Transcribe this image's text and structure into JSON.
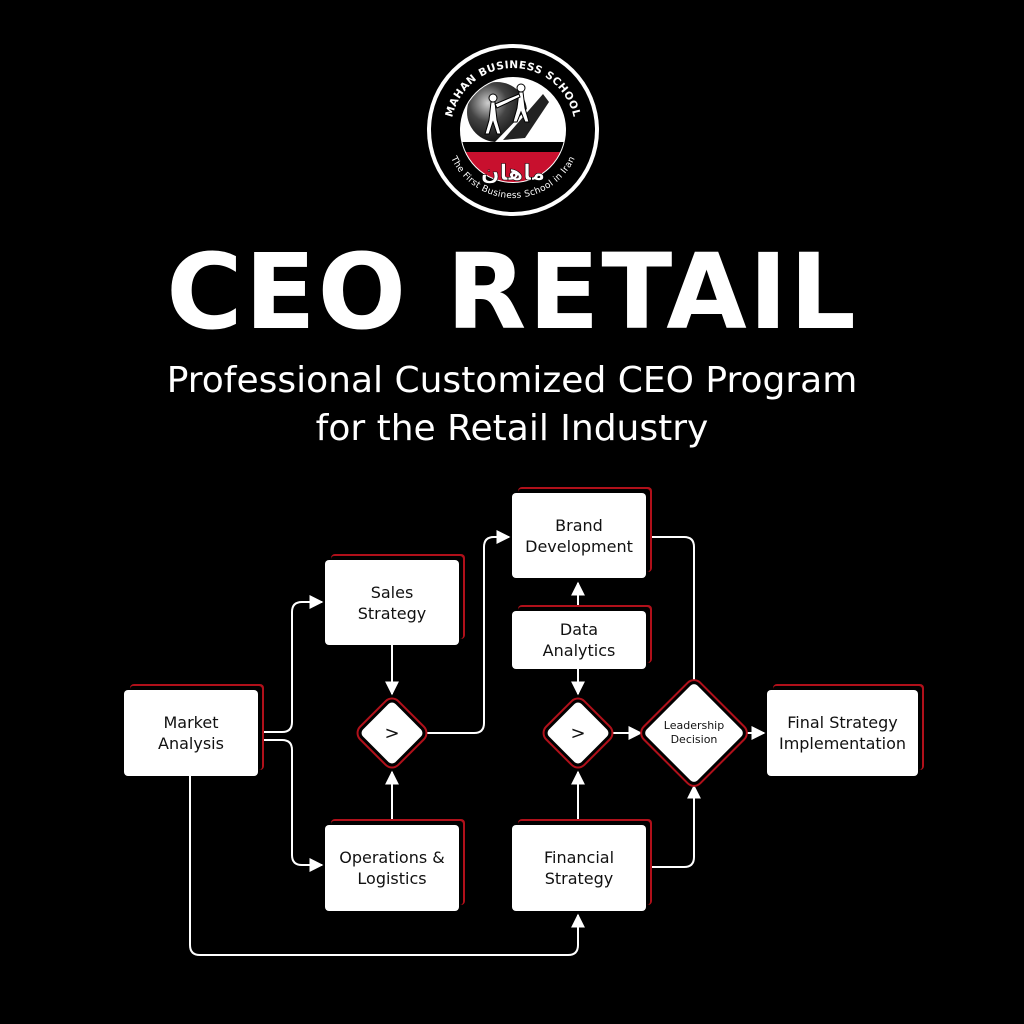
{
  "logo": {
    "top_text": "MAHAN BUSINESS SCHOOL",
    "bottom_text": "The First Business School in Iran",
    "persian_text": "ماهان"
  },
  "header": {
    "title": "CEO RETAIL",
    "subtitle_line1": "Professional Customized CEO Program",
    "subtitle_line2": "for the Retail Industry"
  },
  "flowchart": {
    "market_analysis": "Market\nAnalysis",
    "sales_strategy": "Sales\nStrategy",
    "operations_logistics": "Operations &\nLogistics",
    "brand_development": "Brand\nDevelopment",
    "data_analytics": "Data\nAnalytics",
    "financial_strategy": "Financial\nStrategy",
    "final_strategy": "Final Strategy\nImplementation",
    "decision_1": ">",
    "decision_2": ">",
    "leadership_decision": "Leadership\nDecision"
  },
  "colors": {
    "background": "#000000",
    "accent": "#b0101a",
    "box": "#ffffff",
    "connector": "#ffffff"
  }
}
